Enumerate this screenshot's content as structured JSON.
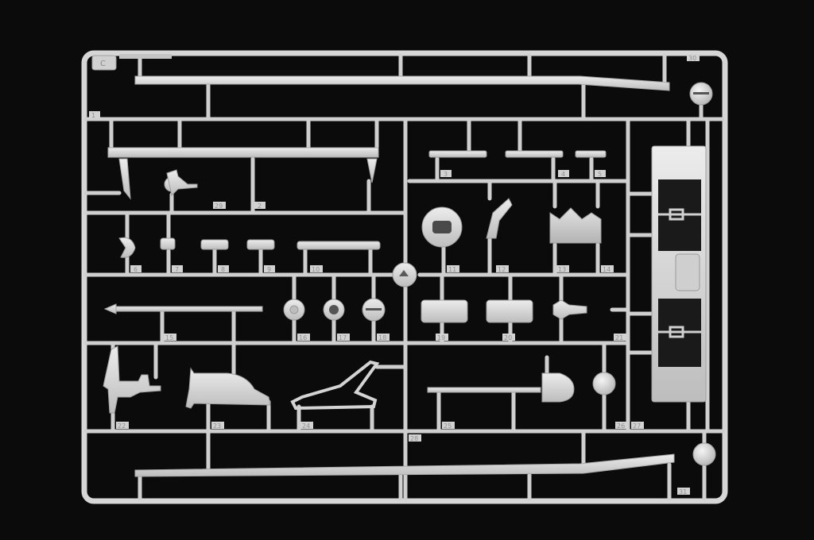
{
  "photo": {
    "subject": "plastic-model-sprue",
    "colors": {
      "background": "#0b0b0b",
      "plastic": "#d9d9d9",
      "plastic_shadow": "#a9a9a9",
      "plastic_highlight": "#f0f0f0"
    }
  },
  "sprue": {
    "letter": "C",
    "part_numbers": [
      "1",
      "2",
      "3",
      "4",
      "5",
      "6",
      "7",
      "8",
      "9",
      "10",
      "11",
      "12",
      "13",
      "14",
      "15",
      "16",
      "17",
      "18",
      "19",
      "20",
      "21",
      "22",
      "23",
      "24",
      "25",
      "26",
      "27",
      "28",
      "29",
      "30",
      "31"
    ]
  }
}
